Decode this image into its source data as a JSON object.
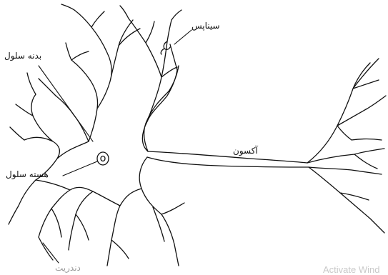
{
  "labels": {
    "synapse": "سیناپس",
    "cell_body": "بدنه سلول",
    "axon": "آکسون",
    "nucleus": "هسته سلول",
    "dendrite": "دندریت"
  },
  "watermark": "Activate Wind",
  "colors": {
    "ink": "#111111",
    "background": "#ffffff",
    "watermark": "#c9c9c9"
  }
}
